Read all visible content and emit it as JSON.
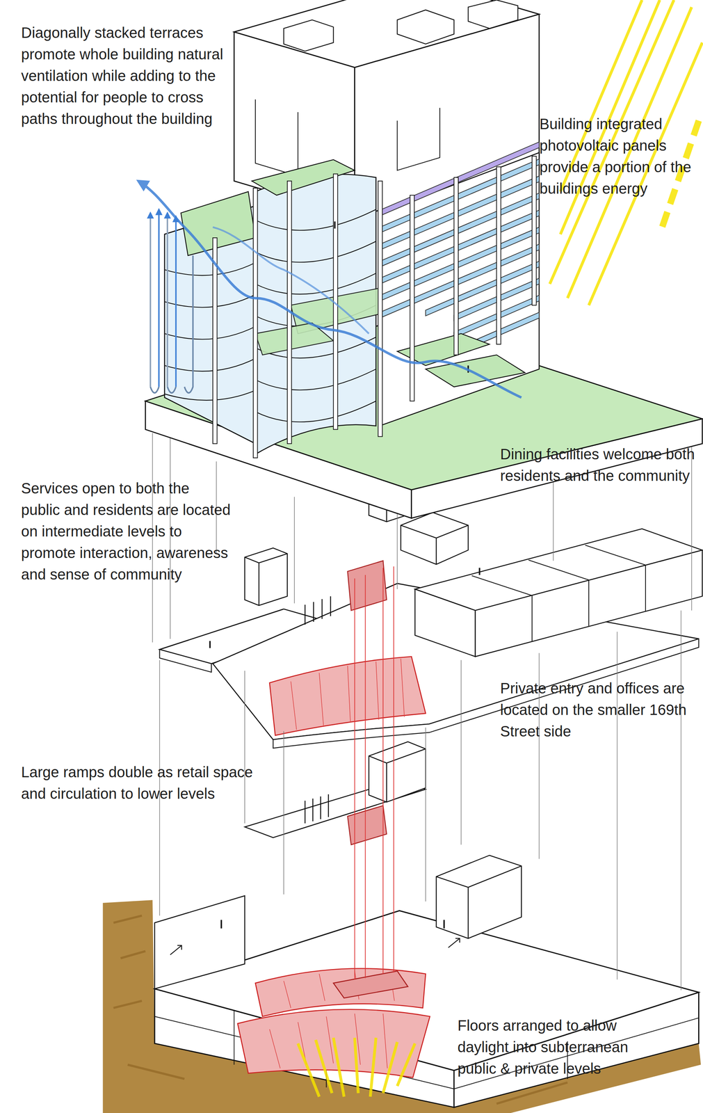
{
  "diagram": {
    "labels": [
      "Diagonally stacked terraces promote whole building natural ventilation while adding to the potential for people to cross paths throughout the building",
      "Building integrated photovoltaic panels provide a portion of the buildings energy",
      "Dining facilities welcome both residents and the community",
      "Services open to both the public and residents are located on intermediate levels to promote interaction, awareness and sense of community",
      "Private entry and offices are located on the smaller 169th Street side",
      "Large ramps double as retail space and circulation to lower levels",
      "Floors arranged to allow daylight into subterranean public & private levels"
    ]
  }
}
